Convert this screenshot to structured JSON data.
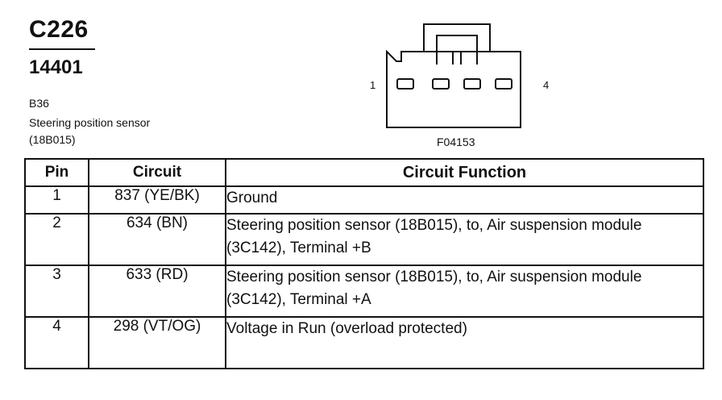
{
  "header": {
    "connector_id": "C226",
    "part_number": "14401",
    "component_code": "B36",
    "component_desc": "Steering position sensor (18B015)"
  },
  "diagram": {
    "pin_first": "1",
    "pin_last": "4",
    "figure_id": "F04153"
  },
  "table": {
    "headers": {
      "pin": "Pin",
      "circuit": "Circuit",
      "function": "Circuit Function"
    },
    "rows": [
      {
        "pin": "1",
        "circuit": "837 (YE/BK)",
        "function": "Ground"
      },
      {
        "pin": "2",
        "circuit": "634 (BN)",
        "function": "Steering position sensor (18B015), to, Air suspension module (3C142), Terminal +B"
      },
      {
        "pin": "3",
        "circuit": "633 (RD)",
        "function": "Steering position sensor (18B015), to, Air suspension module (3C142), Terminal +A"
      },
      {
        "pin": "4",
        "circuit": "298 (VT/OG)",
        "function": "Voltage in Run (overload protected)"
      }
    ]
  }
}
